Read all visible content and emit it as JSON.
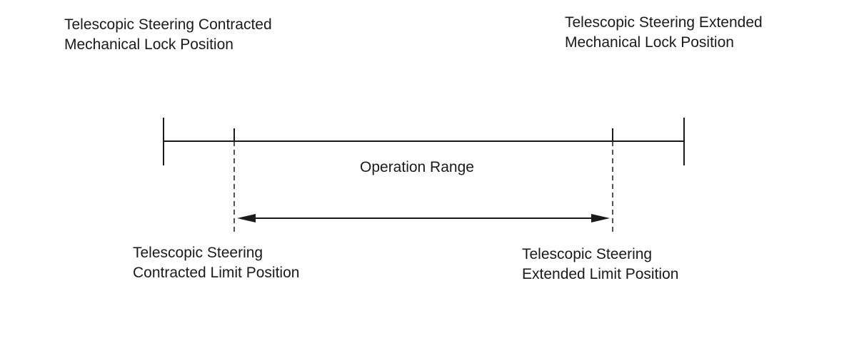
{
  "labels": {
    "contracted_lock": [
      "Telescopic Steering Contracted",
      "Mechanical Lock Position"
    ],
    "extended_lock": [
      "Telescopic Steering Extended",
      "Mechanical Lock Position"
    ],
    "contracted_limit": [
      "Telescopic Steering",
      "Contracted Limit Position"
    ],
    "extended_limit": [
      "Telescopic Steering",
      "Extended Limit Position"
    ],
    "operation_range": "Operation Range"
  },
  "colors": {
    "line": "#1a1a1a",
    "background": "#ffffff"
  }
}
